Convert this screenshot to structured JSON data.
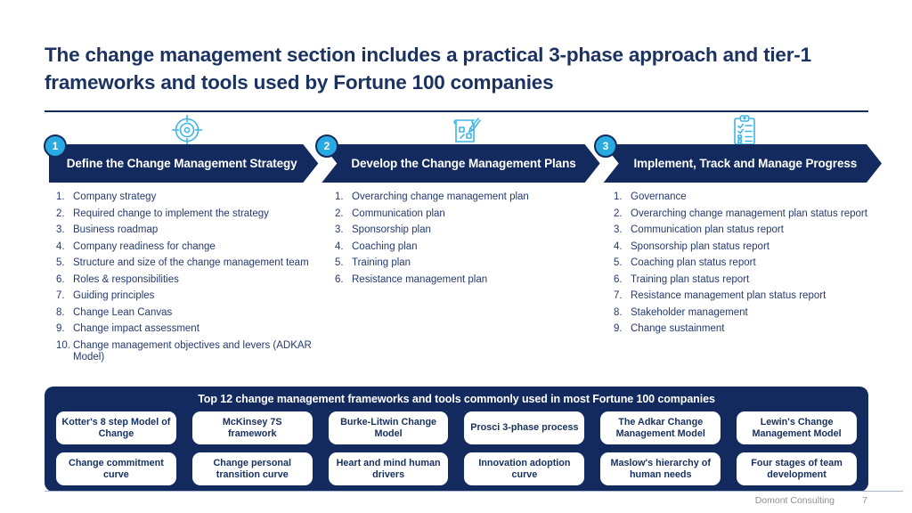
{
  "title": "The change management section includes a practical 3-phase approach and tier-1 frameworks and tools used by Fortune 100 companies",
  "phases": [
    {
      "number": "1",
      "label": "Define the Change Management Strategy",
      "icon": "target-icon",
      "items": [
        "Company strategy",
        "Required change to implement the strategy",
        "Business roadmap",
        "Company readiness for change",
        "Structure and size of the change management team",
        "Roles & responsibilities",
        "Guiding principles",
        "Change Lean Canvas",
        "Change impact assessment",
        "Change management objectives and levers (ADKAR Model)"
      ]
    },
    {
      "number": "2",
      "label": "Develop the Change Management Plans",
      "icon": "blueprint-icon",
      "items": [
        "Overarching change management plan",
        "Communication plan",
        "Sponsorship plan",
        "Coaching plan",
        "Training plan",
        "Resistance management plan"
      ]
    },
    {
      "number": "3",
      "label": "Implement, Track and Manage Progress",
      "icon": "checklist-icon",
      "items": [
        "Governance",
        "Overarching change management plan status report",
        "Communication plan status report",
        "Sponsorship plan status report",
        "Coaching plan status report",
        "Training plan status report",
        "Resistance management plan status report",
        "Stakeholder management",
        "Change sustainment"
      ]
    }
  ],
  "frameworks_panel": {
    "title": "Top 12 change management frameworks and tools commonly used in most Fortune 100 companies",
    "rows": [
      [
        "Kotter's 8 step Model of Change",
        "McKinsey 7S framework",
        "Burke-Litwin Change Model",
        "Prosci 3-phase process",
        "The Adkar Change Management Model",
        "Lewin's Change Management Model"
      ],
      [
        "Change commitment curve",
        "Change personal transition curve",
        "Heart and mind human drivers",
        "Innovation adoption curve",
        "Maslow's hierarchy of human needs",
        "Four stages of team development"
      ]
    ]
  },
  "footer": {
    "company": "Domont Consulting",
    "page": "7"
  },
  "colors": {
    "navy": "#122a5e",
    "accent_blue": "#29abe2",
    "title_navy": "#1c3362",
    "footer_gray": "#8e8e8e"
  }
}
